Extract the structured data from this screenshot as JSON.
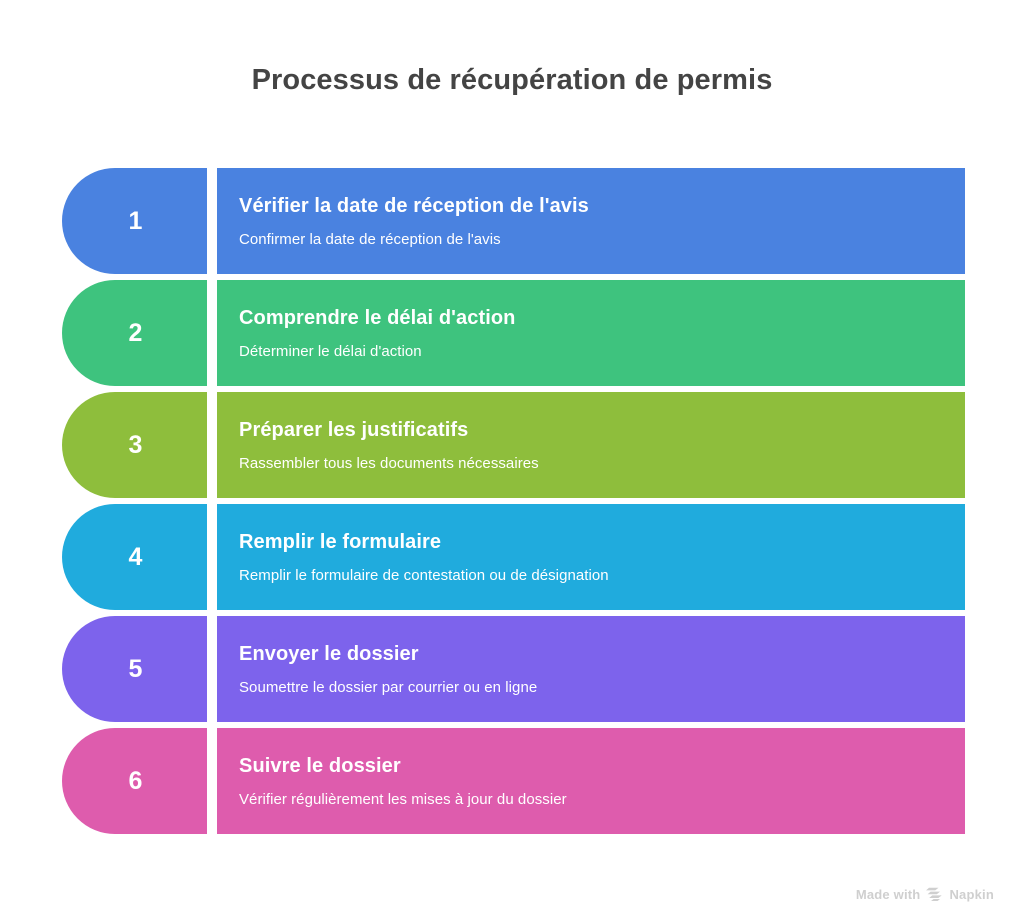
{
  "title": "Processus de récupération de permis",
  "title_color": "#444444",
  "background_color": "#ffffff",
  "steps": [
    {
      "number": "1",
      "heading": "Vérifier la date de réception de l'avis",
      "description": "Confirmer la date de réception de l'avis",
      "color": "#4a82e0"
    },
    {
      "number": "2",
      "heading": "Comprendre le délai d'action",
      "description": "Déterminer le délai d'action",
      "color": "#3ec37e"
    },
    {
      "number": "3",
      "heading": "Préparer les justificatifs",
      "description": "Rassembler tous les documents nécessaires",
      "color": "#8ebe3c"
    },
    {
      "number": "4",
      "heading": "Remplir le formulaire",
      "description": "Remplir le formulaire de contestation ou de désignation",
      "color": "#20abdd"
    },
    {
      "number": "5",
      "heading": "Envoyer le dossier",
      "description": "Soumettre le dossier par courrier ou en ligne",
      "color": "#7d63ec"
    },
    {
      "number": "6",
      "heading": "Suivre le dossier",
      "description": "Vérifier régulièrement les mises à jour du dossier",
      "color": "#de5cad"
    }
  ],
  "watermark": {
    "prefix": "Made with",
    "brand": "Napkin",
    "icon": "napkin-chevrons-icon",
    "color": "#cfcfcf"
  }
}
